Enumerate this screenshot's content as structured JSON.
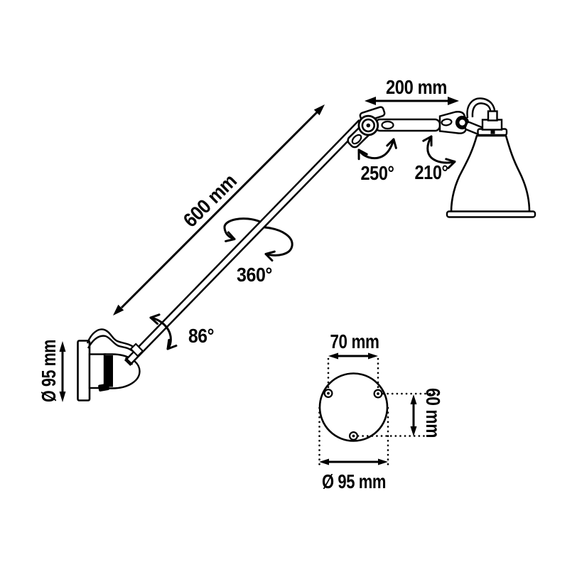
{
  "drawing": {
    "subject": "wall-lamp-technical-drawing",
    "colors": {
      "ink": "#000000",
      "paper": "#ffffff"
    },
    "labels": {
      "forearm_length": "200 mm",
      "arm_length": "600 mm",
      "elbow_angle": "250°",
      "shade_angle": "210°",
      "axial_rotation": "360°",
      "wall_pivot_angle": "86°",
      "wall_base_diameter": "Ø 95 mm",
      "mounting_holes_spacing_horizontal": "70 mm",
      "mounting_holes_spacing_vertical": "60 mm",
      "mounting_plate_diameter": "Ø 95 mm"
    }
  }
}
